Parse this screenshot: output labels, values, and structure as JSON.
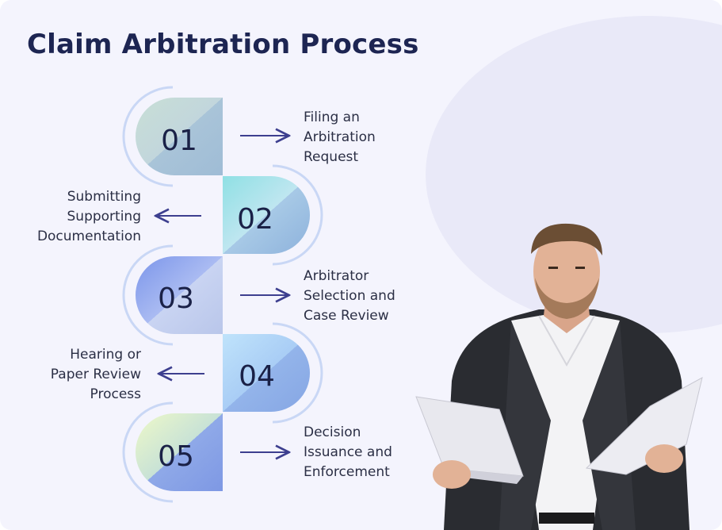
{
  "title": "Claim Arbitration Process",
  "steps": [
    {
      "number": "01",
      "label": "Filing an\nArbitration\nRequest",
      "side": "right"
    },
    {
      "number": "02",
      "label": "Submitting\nSupporting\nDocumentation",
      "side": "left"
    },
    {
      "number": "03",
      "label": "Arbitrator\nSelection and\nCase Review",
      "side": "right"
    },
    {
      "number": "04",
      "label": "Hearing or\nPaper Review\nProcess",
      "side": "left"
    },
    {
      "number": "05",
      "label": "Decision\nIssuance and\nEnforcement",
      "side": "right"
    }
  ],
  "colors": {
    "title": "#1d2552",
    "arrow": "#3d3f8f",
    "number": "#1a2147",
    "ring": "#c9d7f5",
    "background": "#f4f4fd"
  },
  "image": {
    "description_icon": "businessman-reading-papers-photo"
  }
}
